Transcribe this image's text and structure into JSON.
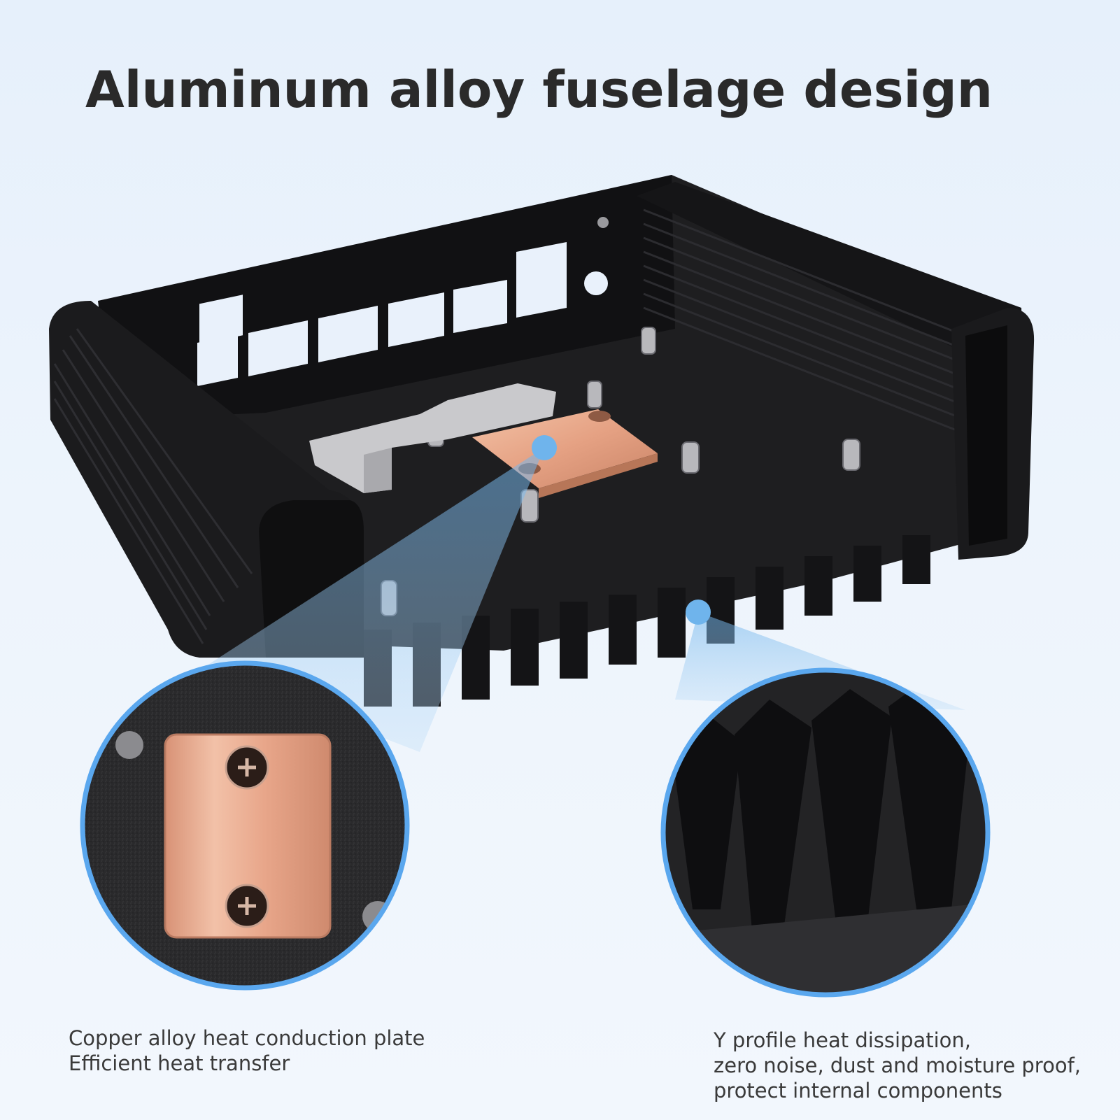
{
  "title": "Aluminum alloy fuselage design",
  "captions": {
    "left": {
      "line1": "Copper alloy heat conduction plate",
      "line2": "Efficient heat transfer"
    },
    "right": {
      "line1": "Y profile heat dissipation,",
      "line2": "zero noise, dust and moisture proof,",
      "line3": "protect internal components"
    }
  },
  "colors": {
    "background": "#e6f0fb",
    "title_text": "#2a2a2a",
    "housing": "#1c1c1e",
    "copper": "#e8a88a",
    "callout_ring": "#5aa7ee",
    "callout_dot": "#6fb4ec"
  },
  "icons": {
    "housing": "aluminum-case-illustration",
    "plate": "copper-plate-illustration",
    "fins": "heatsink-fins-illustration"
  }
}
